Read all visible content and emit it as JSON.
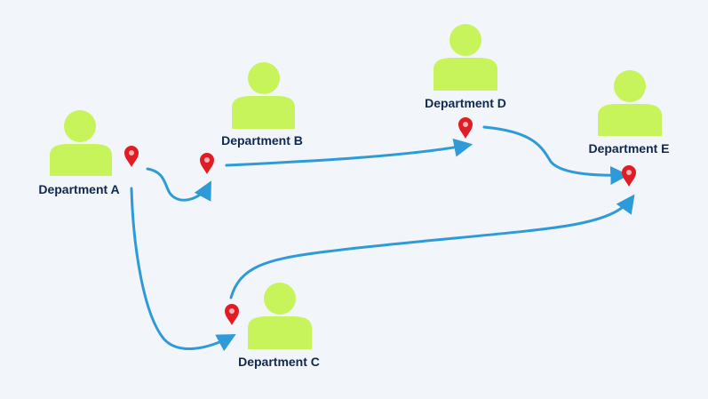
{
  "colors": {
    "background": "#f2f5f9",
    "person": "#c6f45a",
    "label": "#10284f",
    "route": "#2f9ad8",
    "pin": "#e11c24",
    "pin_dot": "#f4b4b4"
  },
  "icons": {
    "person": "person-icon",
    "pin": "map-pin-icon",
    "arrow": "arrow-head-icon"
  },
  "departments": [
    {
      "key": "a",
      "label": "Department A"
    },
    {
      "key": "b",
      "label": "Department B"
    },
    {
      "key": "c",
      "label": "Department C"
    },
    {
      "key": "d",
      "label": "Department D"
    },
    {
      "key": "e",
      "label": "Department E"
    }
  ],
  "routes": [
    {
      "from": "Department A",
      "to": "Department B"
    },
    {
      "from": "Department B",
      "to": "Department D"
    },
    {
      "from": "Department D",
      "to": "Department E"
    },
    {
      "from": "Department A",
      "to": "Department C"
    },
    {
      "from": "Department C",
      "to": "Department E"
    }
  ]
}
